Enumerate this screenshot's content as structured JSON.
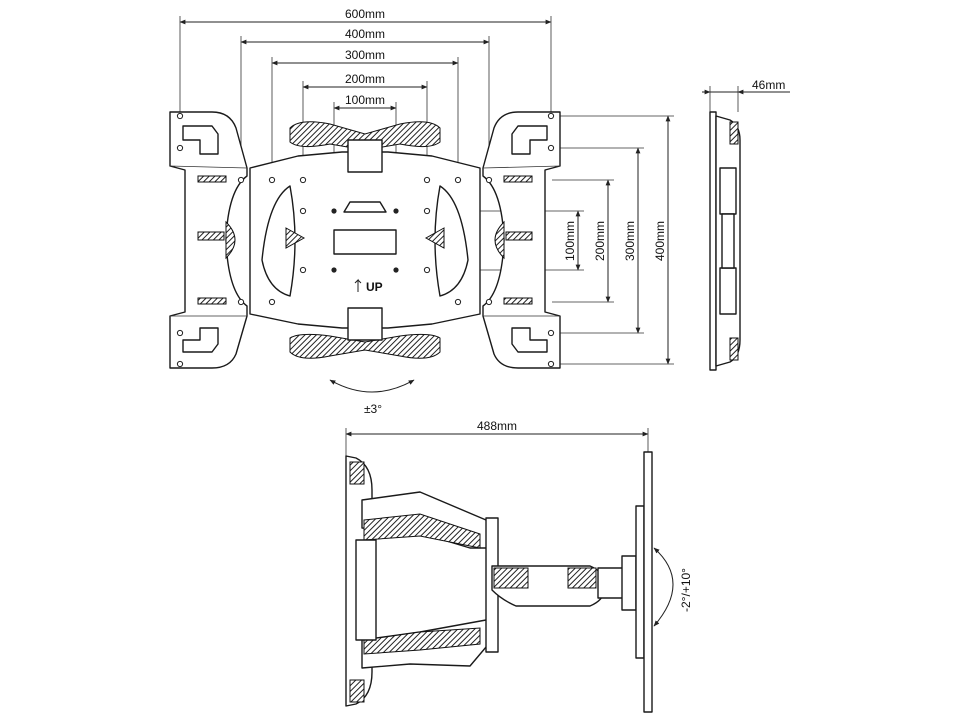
{
  "diagram": {
    "front_view": {
      "horizontal_dimensions": [
        "600mm",
        "400mm",
        "300mm",
        "200mm",
        "100mm"
      ],
      "vertical_dimensions": [
        "100mm",
        "200mm",
        "300mm",
        "400mm"
      ],
      "up_label": "UP",
      "tilt_label": "±3°"
    },
    "side_view": {
      "depth_label": "46mm"
    },
    "top_view": {
      "extension_label": "488mm",
      "tilt_range_label": "-2°/+10°"
    }
  }
}
